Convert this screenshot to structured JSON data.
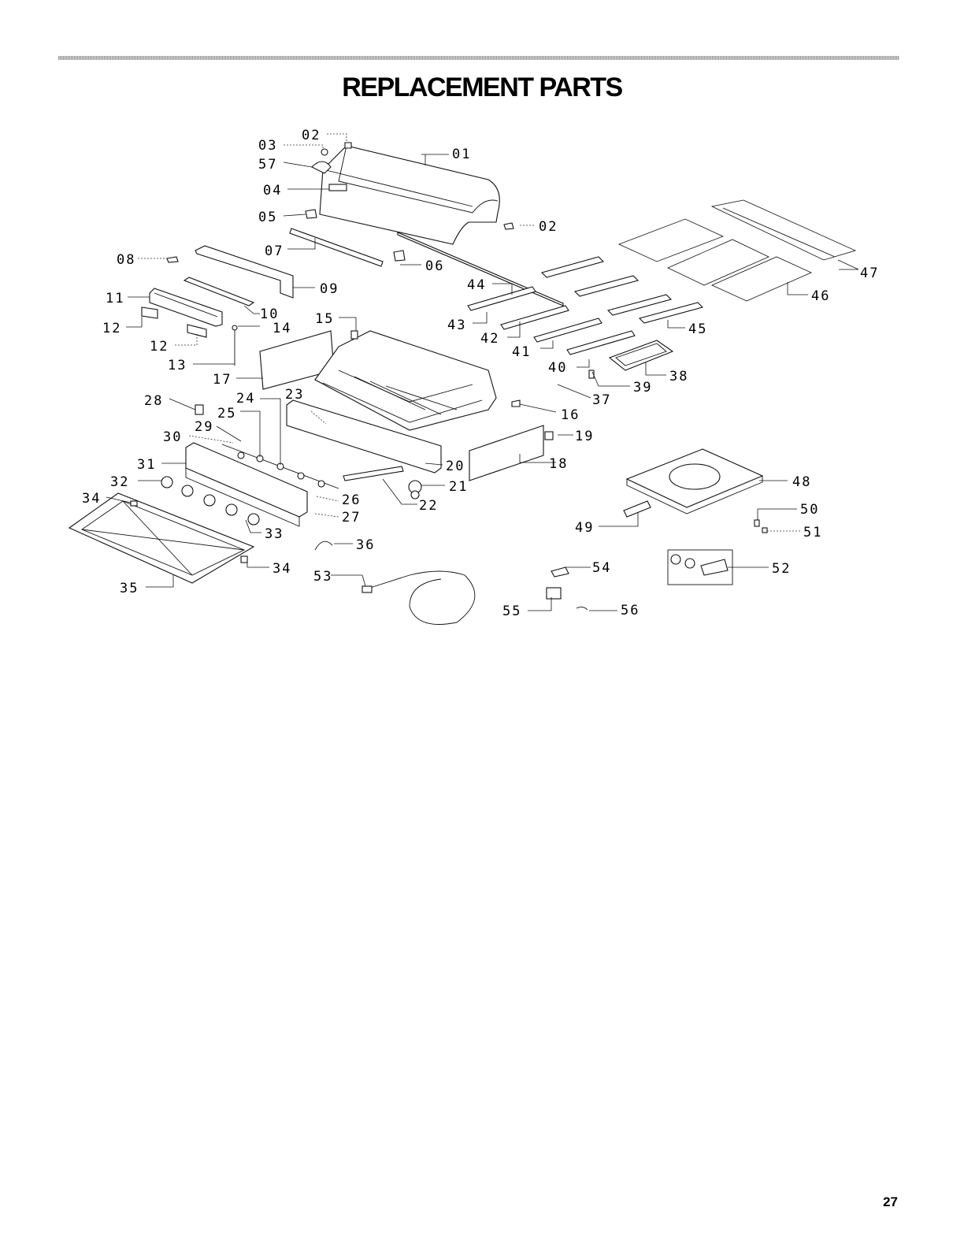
{
  "title": "REPLACEMENT PARTS",
  "page_number": "27",
  "part_labels": [
    "01",
    "02",
    "02",
    "03",
    "04",
    "05",
    "06",
    "07",
    "08",
    "09",
    "10",
    "11",
    "12",
    "12",
    "13",
    "14",
    "15",
    "16",
    "17",
    "18",
    "19",
    "20",
    "21",
    "22",
    "23",
    "24",
    "25",
    "26",
    "27",
    "28",
    "29",
    "30",
    "31",
    "32",
    "33",
    "34",
    "34",
    "35",
    "36",
    "37",
    "38",
    "39",
    "40",
    "41",
    "42",
    "43",
    "44",
    "45",
    "46",
    "47",
    "48",
    "49",
    "50",
    "51",
    "52",
    "53",
    "54",
    "55",
    "56",
    "57"
  ]
}
